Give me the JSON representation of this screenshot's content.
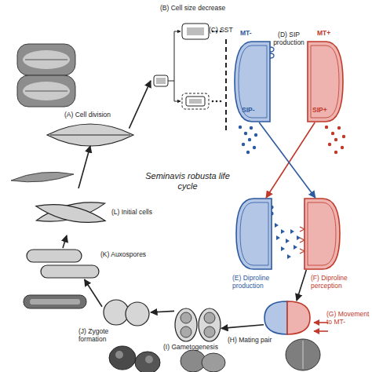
{
  "diagram": {
    "title": "Seminavis robusta life cycle",
    "nodes": [
      {
        "text": [
          "(A) Cell division"
        ]
      },
      {
        "text": [
          "(B) Cell size decrease"
        ]
      },
      {
        "text": [
          "MT-",
          "SIP-"
        ]
      },
      {
        "text": [
          "MT+",
          "SIP+"
        ]
      },
      {
        "text": [
          "(E) Diproline production"
        ]
      },
      {
        "text": [
          "(F) Diproline perception"
        ]
      },
      {
        "text": [
          "(H) Mating pair"
        ]
      },
      {
        "text": [
          "(I) Gametogenesis"
        ]
      },
      {
        "text": [
          "(J) Zygote formation"
        ]
      },
      {
        "text": [
          "(K) Auxospores"
        ]
      },
      {
        "text": [
          "(L) Initial cells"
        ]
      }
    ],
    "edges": [
      {
        "from": 10,
        "to": 0,
        "arrow": "to"
      },
      {
        "from": 0,
        "to": 1,
        "arrow": "to"
      },
      {
        "from": 3,
        "to": 4,
        "arrow": "to"
      },
      {
        "from": 2,
        "to": 5,
        "arrow": "to"
      },
      {
        "from": 5,
        "to": 6,
        "arrow": "to"
      },
      {
        "from": 6,
        "to": 7,
        "arrow": "to"
      },
      {
        "from": 7,
        "to": 8,
        "arrow": "to"
      },
      {
        "from": 8,
        "to": 9,
        "arrow": "to"
      },
      {
        "from": 9,
        "to": 10,
        "arrow": "to"
      }
    ],
    "labels": [
      "(C) SST",
      "(D) SIP production",
      "(G) Movement to MT-"
    ]
  }
}
